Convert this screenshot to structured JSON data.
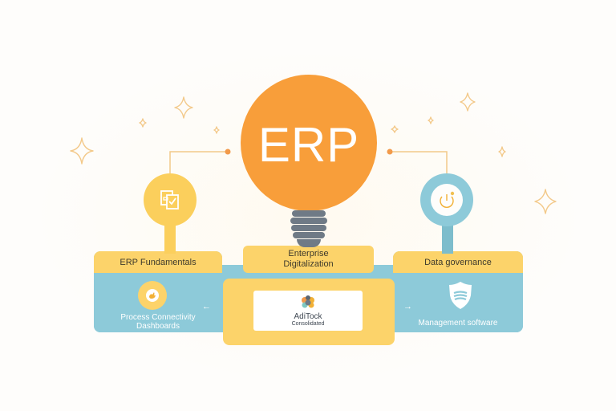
{
  "bulb": {
    "label": "ERP",
    "color": "#f89e3a"
  },
  "nodes": {
    "left": {
      "icon": "documents-check-icon",
      "color": "#fbcf5c"
    },
    "right": {
      "icon": "power-icon",
      "color": "#8dcad9"
    }
  },
  "panels": {
    "left": {
      "header": "ERP Fundamentals",
      "icon": "hand-pointer-icon",
      "caption_line1": "Process Connectivity",
      "caption_line2": "Dashboards"
    },
    "center": {
      "header_line1": "Enterprise",
      "header_line2": "Digitalization",
      "card_title": "AdiTock",
      "card_subtitle": "Consolidated"
    },
    "right": {
      "header": "Data governance",
      "icon": "shield-icon",
      "caption": "Management software"
    }
  },
  "arrows": {
    "left": "←",
    "right": "→"
  },
  "colors": {
    "orange": "#f89e3a",
    "yellow": "#fcd36a",
    "blue": "#8dcad9",
    "gray": "#6f7a86",
    "line": "#f2c98a"
  }
}
